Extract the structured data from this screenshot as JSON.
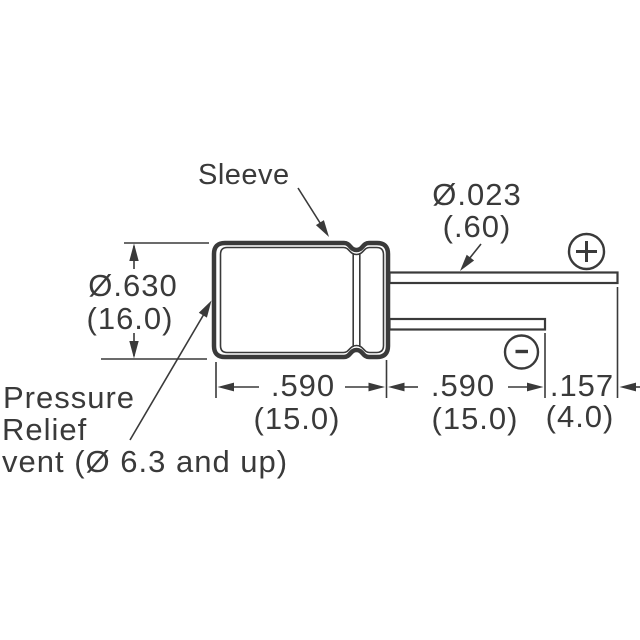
{
  "figure": {
    "type": "technical-drawing",
    "subject": "radial electrolytic capacitor dimensions",
    "colors": {
      "ink": "#3a3a3a",
      "background": "#ffffff"
    },
    "labels": {
      "sleeve": "Sleeve",
      "pressure_relief_vent": [
        "Pressure",
        "Relief",
        "vent (Ø 6.3 and up)"
      ]
    },
    "symbols": {
      "positive": "+",
      "negative": "−"
    },
    "dimensions": {
      "lead_diameter": {
        "inch": "Ø.023",
        "mm": "(.60)"
      },
      "case_diameter": {
        "inch": "Ø.630",
        "mm": "(16.0)"
      },
      "case_length": {
        "inch": ".590",
        "mm": "(15.0)"
      },
      "lead_length": {
        "inch": ".590",
        "mm": "(15.0)"
      },
      "lead_protrusion": {
        "inch": ".157",
        "mm": "(4.0)"
      }
    }
  }
}
